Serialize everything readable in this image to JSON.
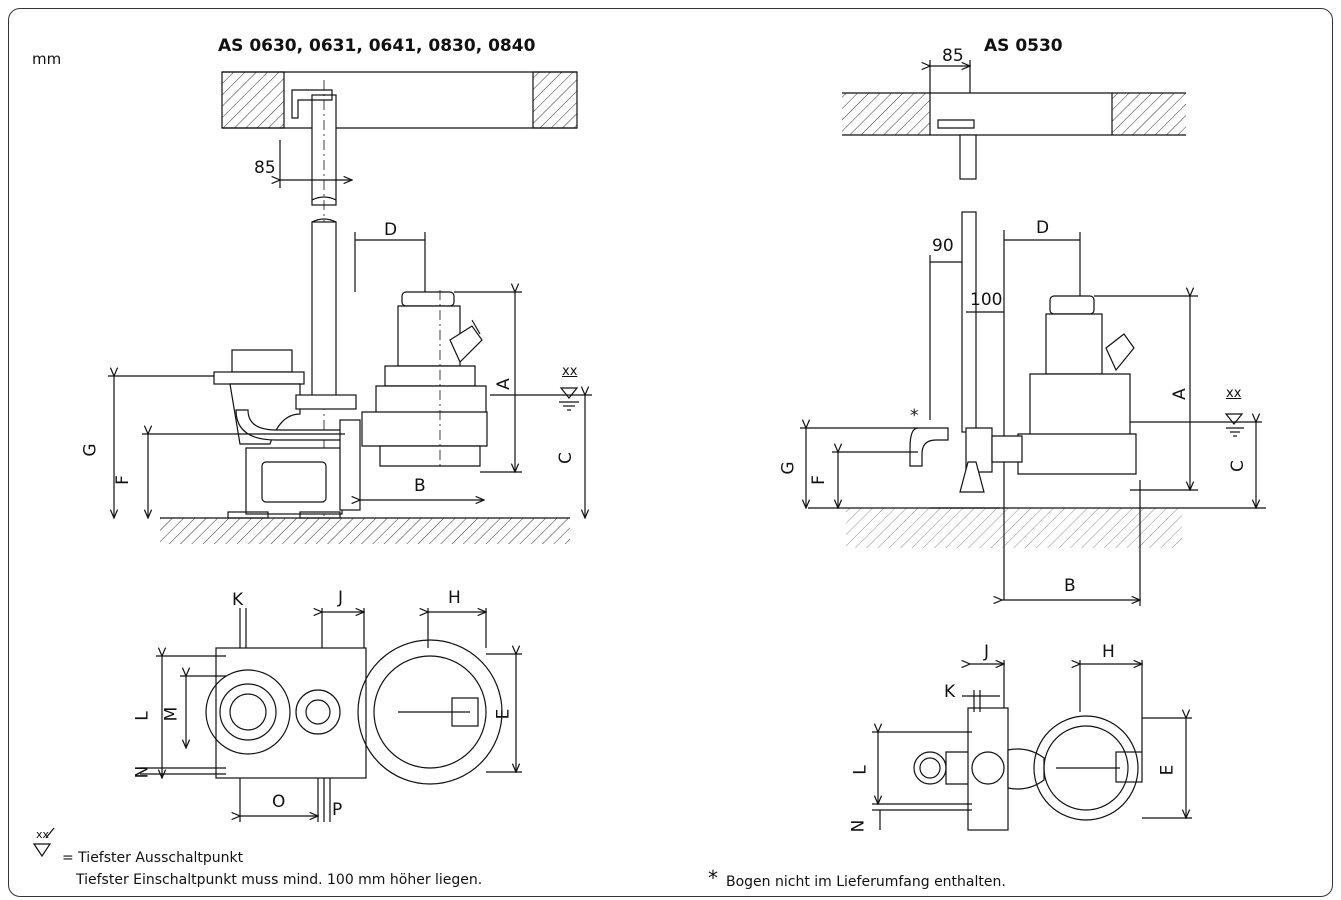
{
  "unit": "mm",
  "left_figure": {
    "title": "AS 0630, 0631, 0641, 0830, 0840",
    "dim_85": "85",
    "labels": {
      "A": "A",
      "B": "B",
      "C": "C",
      "D": "D",
      "E": "E",
      "F": "F",
      "G": "G",
      "H": "H",
      "J": "J",
      "K": "K",
      "L": "L",
      "M": "M",
      "N": "N",
      "O": "O",
      "P": "P"
    },
    "level_symbol": "xx"
  },
  "right_figure": {
    "title": "AS 0530",
    "dim_85": "85",
    "dim_90": "90",
    "dim_100": "100",
    "asterisk": "*",
    "labels": {
      "A": "A",
      "B": "B",
      "C": "C",
      "D": "D",
      "E": "E",
      "F": "F",
      "G": "G",
      "H": "H",
      "J": "J",
      "K": "K",
      "L": "L",
      "N": "N"
    },
    "level_symbol": "xx"
  },
  "legend": {
    "symbol": "xx",
    "line1": "= Tiefster Ausschaltpunkt",
    "line2": "Tiefster Einschaltpunkt muss mind. 100 mm höher liegen."
  },
  "footnote": {
    "mark": "*",
    "text": "Bogen nicht im Lieferumfang enthalten."
  }
}
